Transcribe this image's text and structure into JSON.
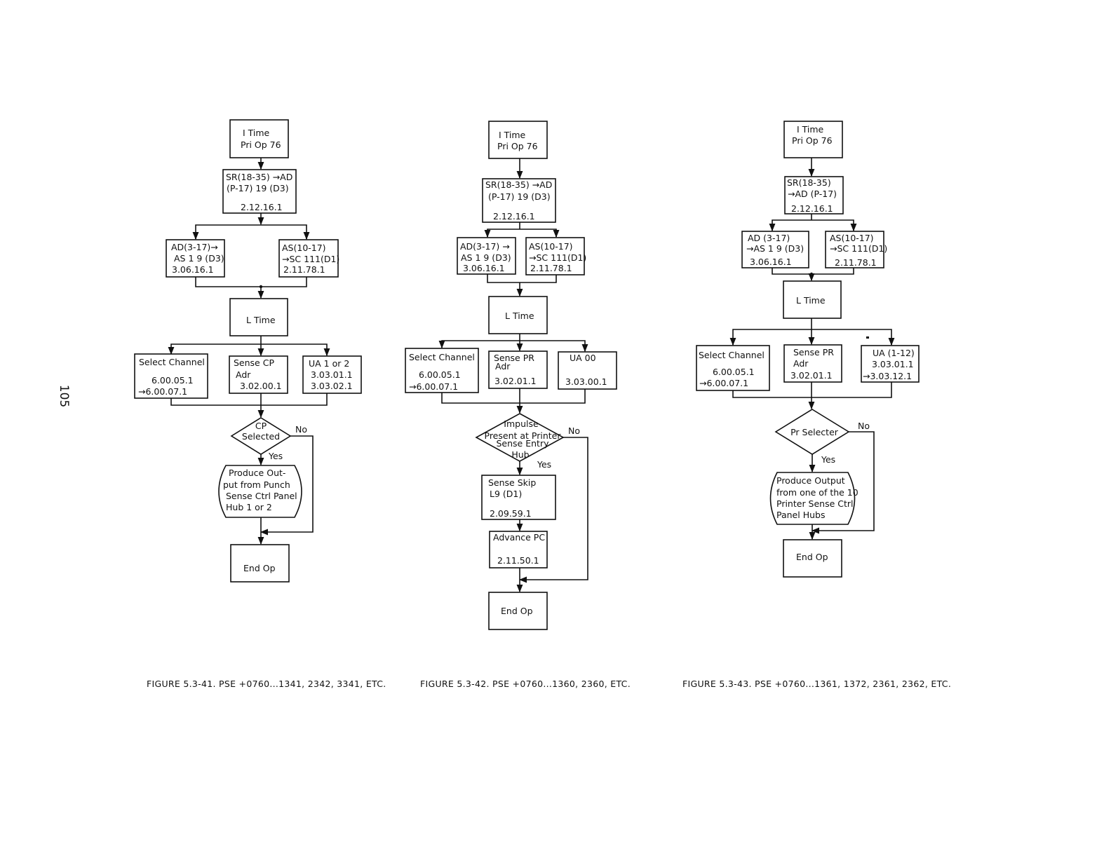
{
  "page_number": "105",
  "figures": [
    {
      "caption": "FIGURE 5.3-41.  PSE +0760...1341, 2342, 3341, ETC.",
      "start": [
        "I Time",
        "Pri Op 76"
      ],
      "step1": [
        "SR(18-35) →AD",
        "(P-17) 19 (D3)",
        "2.12.16.1"
      ],
      "left": [
        "AD(3-17)→",
        "AS 1 9 (D3)",
        "3.06.16.1"
      ],
      "right": [
        "AS(10-17)",
        "→SC 111(D1)",
        "2.11.78.1"
      ],
      "ltime": "L Time",
      "opt1": [
        "Select Channel",
        "6.00.05.1",
        "→6.00.07.1"
      ],
      "opt2": [
        "Sense CP",
        "Adr",
        "3.02.00.1"
      ],
      "opt3": [
        "UA 1 or 2",
        "3.03.01.1",
        "3.03.02.1"
      ],
      "decision": [
        "CP",
        "Selected"
      ],
      "no": "No",
      "yes": "Yes",
      "output": [
        "Produce Out-",
        "put from Punch",
        "Sense Ctrl Panel",
        "Hub 1 or 2"
      ],
      "end": "End Op"
    },
    {
      "caption": "FIGURE 5.3-42.  PSE +0760...1360, 2360, ETC.",
      "start": [
        "I Time",
        "Pri Op 76"
      ],
      "step1": [
        "SR(18-35) →AD",
        "(P-17)  19 (D3)",
        "2.12.16.1"
      ],
      "left": [
        "AD(3-17) →",
        "AS 1 9 (D3)",
        "3.06.16.1"
      ],
      "right": [
        "AS(10-17)",
        "→SC 111(D1)",
        "2.11.78.1"
      ],
      "ltime": "L Time",
      "opt1": [
        "Select Channel",
        "6.00.05.1",
        "→6.00.07.1"
      ],
      "opt2": [
        "Sense PR",
        "Adr",
        "3.02.01.1"
      ],
      "opt3": [
        "UA 00",
        "3.03.00.1"
      ],
      "decision": [
        "Impulse",
        "Present at Printer",
        "Sense Entry",
        "Hub"
      ],
      "no": "No",
      "yes": "Yes",
      "skip": [
        "Sense Skip",
        "L9 (D1)",
        "2.09.59.1"
      ],
      "advance": [
        "Advance PC",
        "2.11.50.1"
      ],
      "end": "End Op"
    },
    {
      "caption": "FIGURE 5.3-43.  PSE +0760...1361, 1372, 2361, 2362, ETC.",
      "start": [
        "I Time",
        "Pri Op 76"
      ],
      "step1": [
        "SR(18-35)",
        "→AD (P-17)",
        "2.12.16.1"
      ],
      "left": [
        "AD (3-17)",
        "→AS  1 9 (D3)",
        "3.06.16.1"
      ],
      "right": [
        "AS(10-17)",
        "→SC 111(D1)",
        "2.11.78.1"
      ],
      "ltime": "L  Time",
      "opt1": [
        "Select Channel",
        "6.00.05.1",
        "→6.00.07.1"
      ],
      "opt2": [
        "Sense PR",
        "Adr",
        "3.02.01.1"
      ],
      "opt3": [
        "UA (1-12)",
        "3.03.01.1",
        "→3.03.12.1"
      ],
      "decision": [
        "Pr Selecter"
      ],
      "no": "No",
      "yes": "Yes",
      "output": [
        "Produce Output",
        "from one of the 10",
        "Printer Sense Ctrl",
        "Panel Hubs"
      ],
      "end": "End Op"
    }
  ]
}
